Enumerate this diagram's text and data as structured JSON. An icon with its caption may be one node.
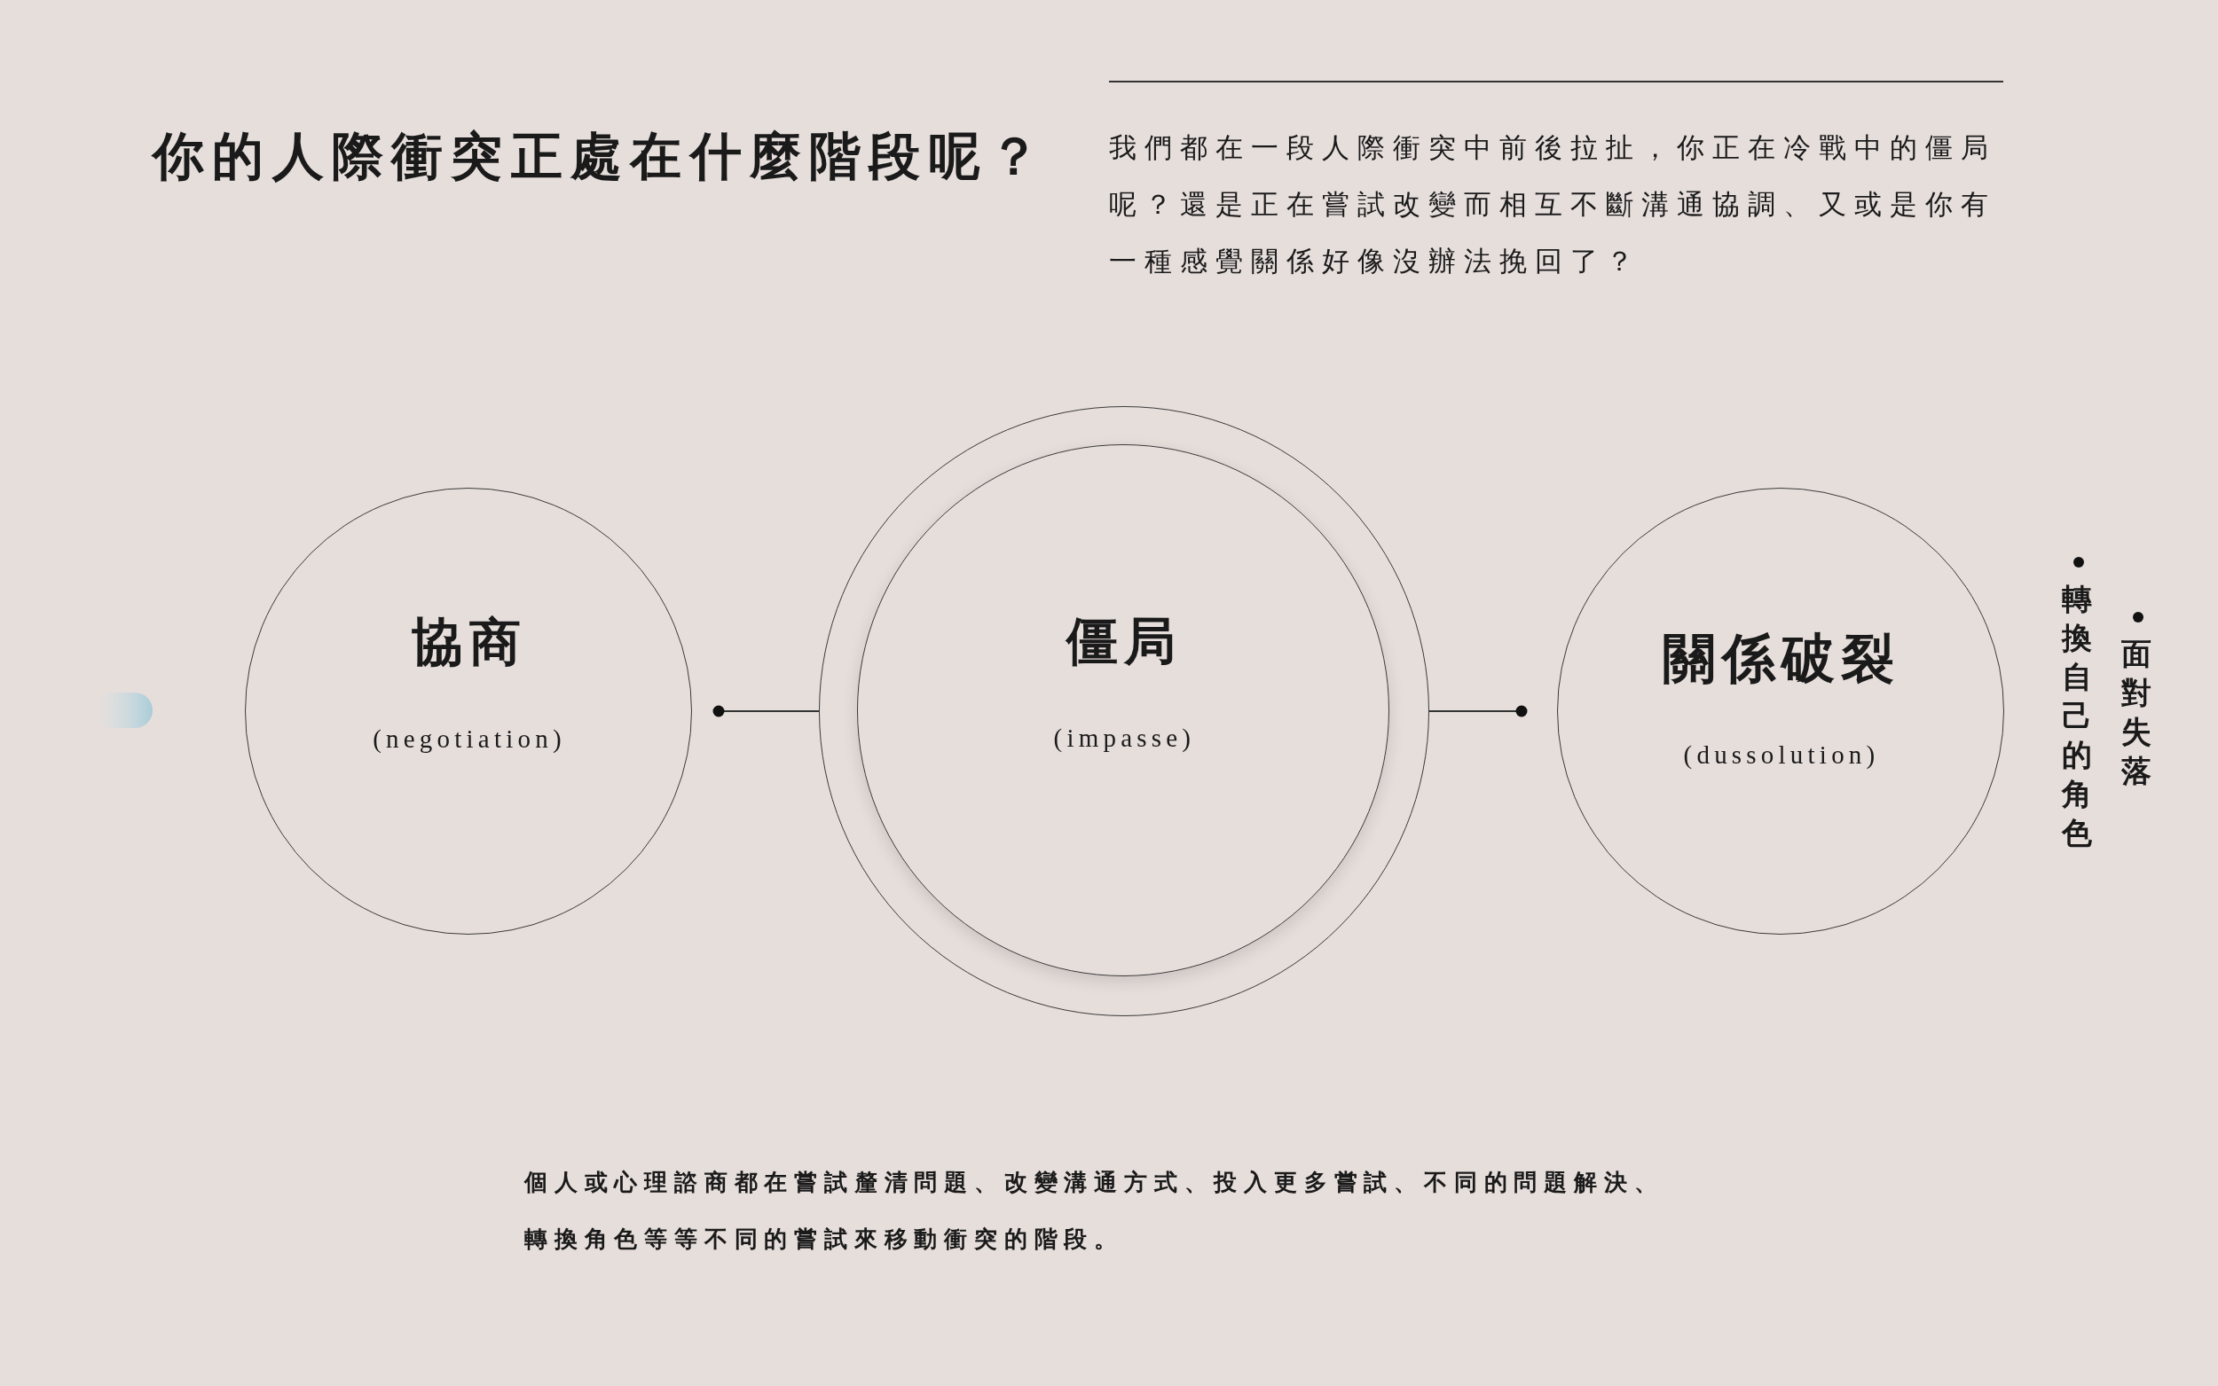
{
  "diagram": {
    "title": "你的人際衝突正處在什麼階段呢？",
    "caption": "個人或心理諮商都在嘗試釐清問題、改變溝通方式、投入更多嘗試、不同的問題解決、轉換角色等等不同的嘗試來移動衝突的階段。",
    "nodes": [
      {
        "text": [
          "協商",
          "(negotiation)"
        ]
      },
      {
        "text": [],
        "shape": "circle"
      },
      {
        "text": [
          "僵局",
          "(impasse)"
        ],
        "in": 1
      },
      {
        "text": [
          "關係破裂",
          "(dussolution)"
        ]
      }
    ],
    "edges": [
      {
        "from": 0,
        "to": 1,
        "arrow": "other"
      },
      {
        "from": 1,
        "to": 3,
        "arrow": "other"
      }
    ],
    "labels": [
      "我們都在一段人際衝突中前後拉扯，你正在冷戰中的僵局呢？還是正在嘗試改變而相互不斷溝通協調、又或是你有一種感覺關係好像沒辦法挽回了？",
      "面對失落",
      "轉換自己的角色"
    ]
  }
}
